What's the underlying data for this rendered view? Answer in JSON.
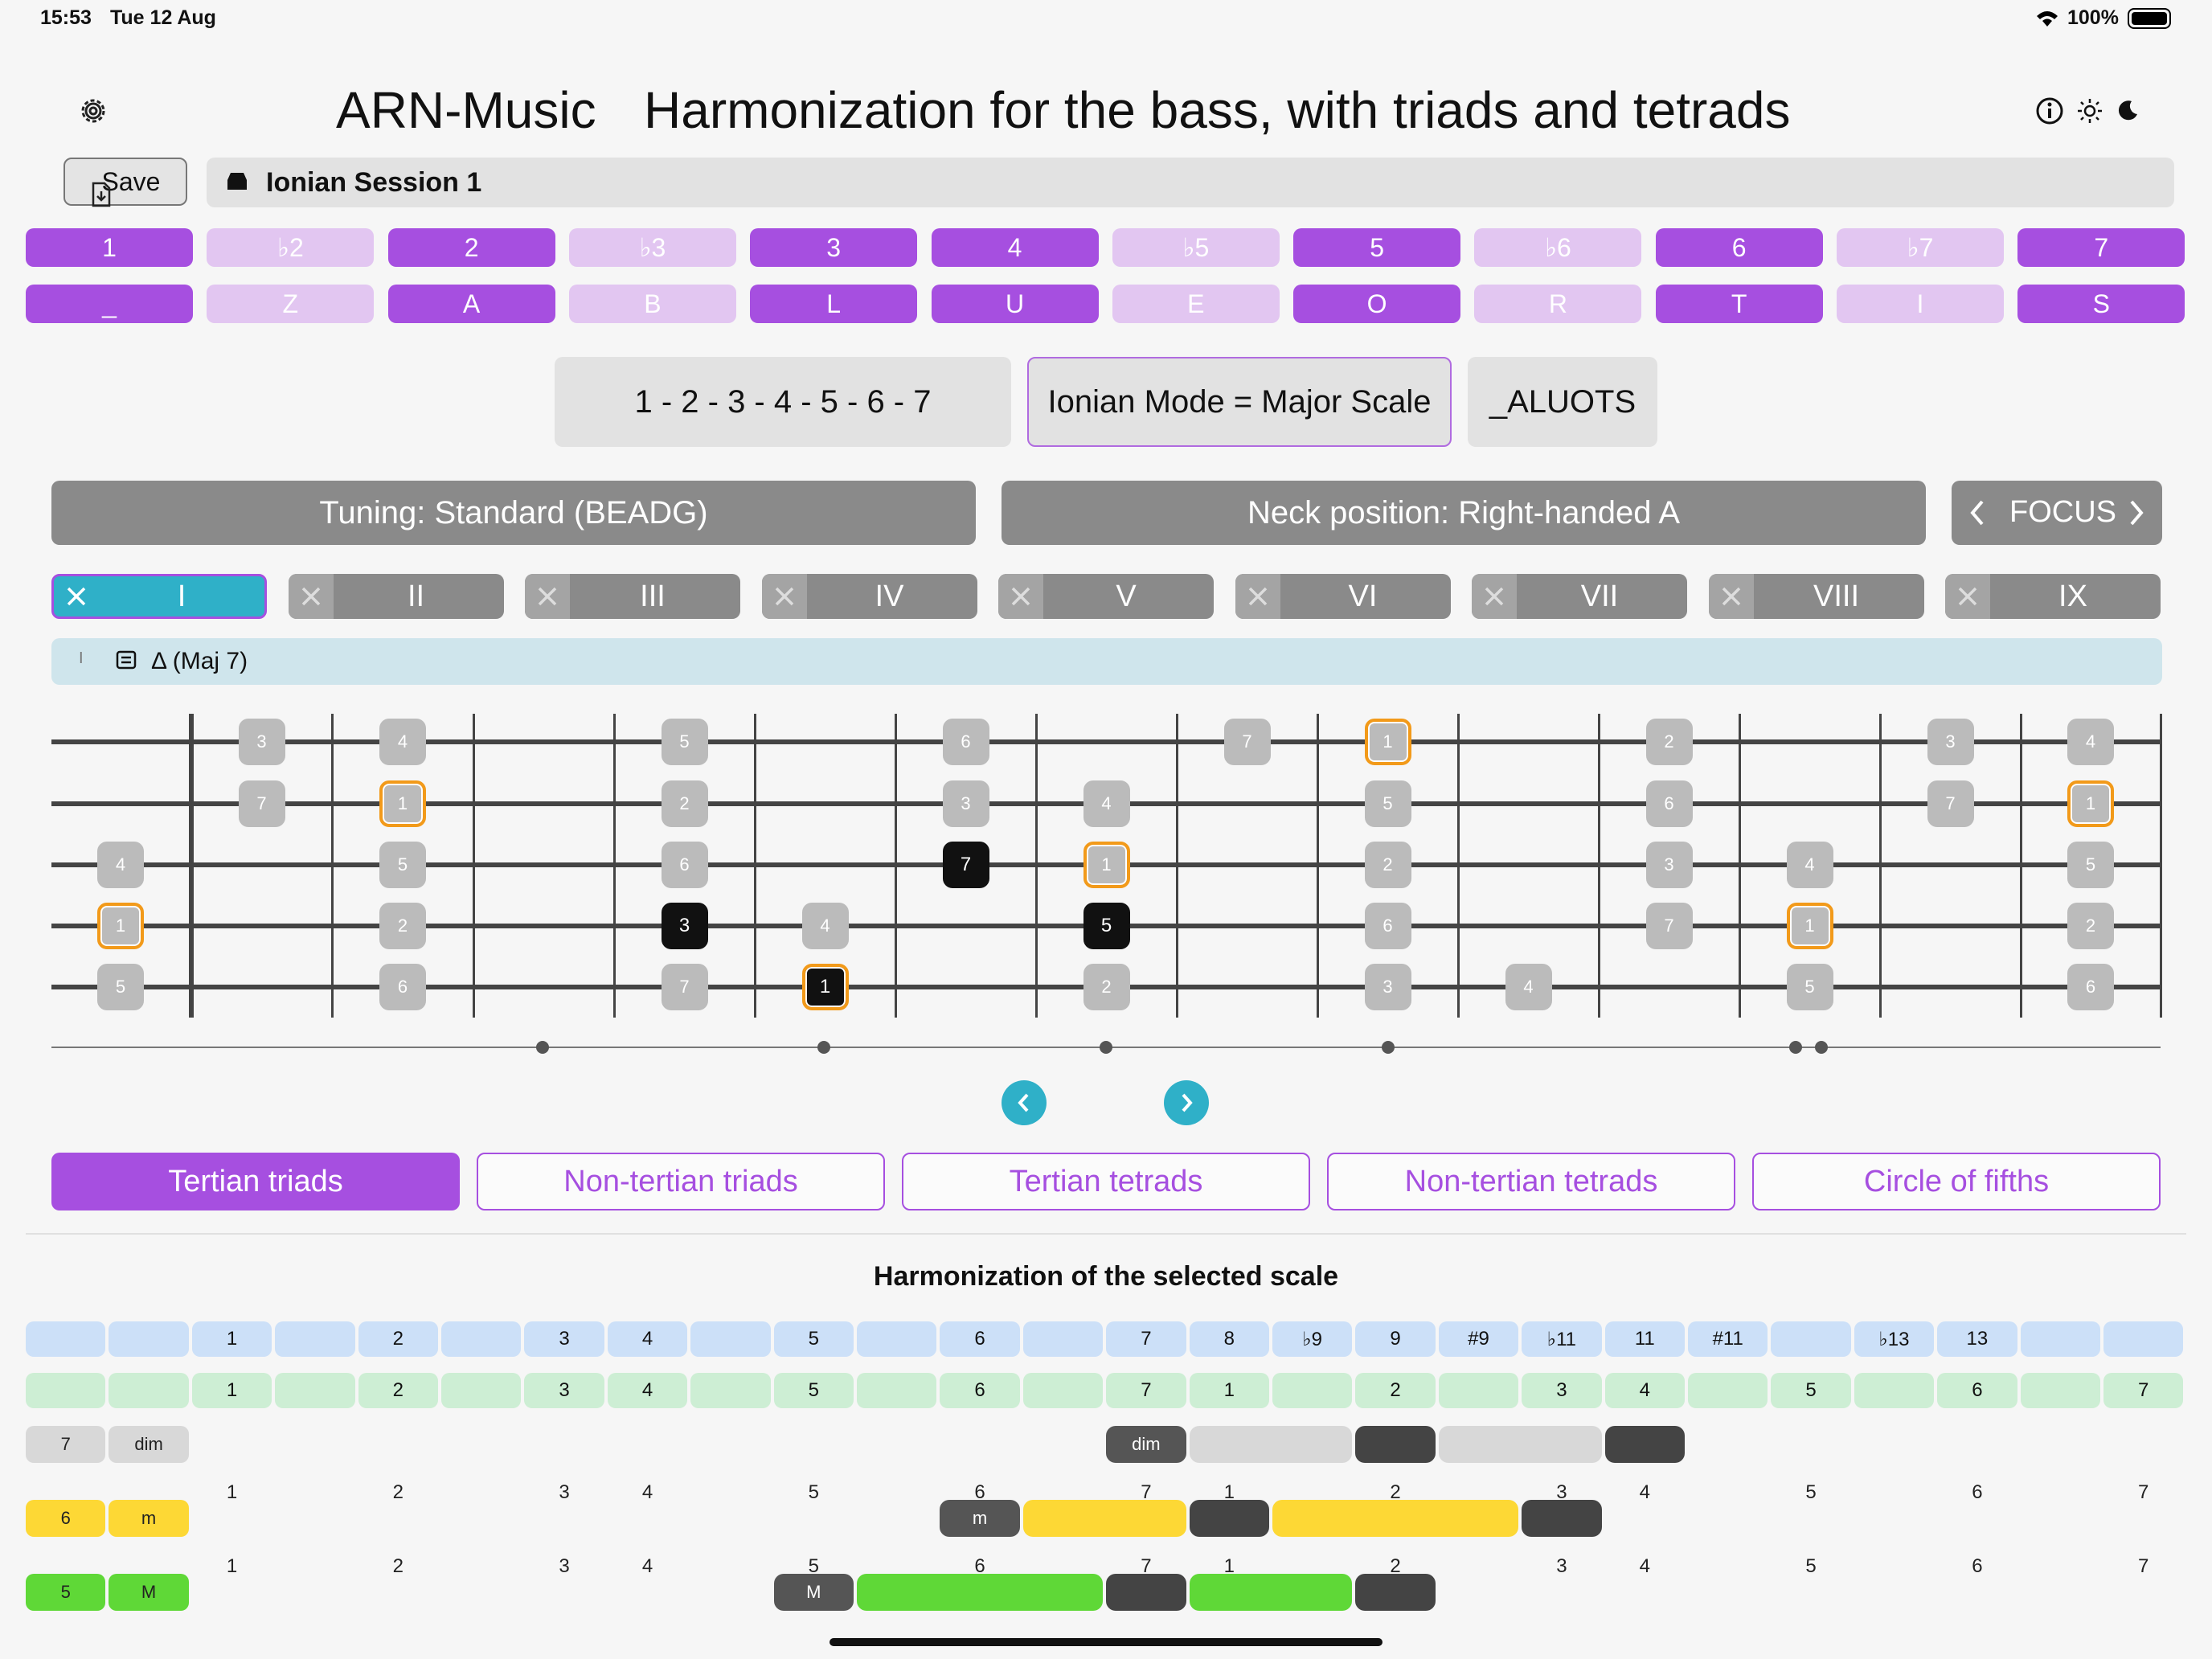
{
  "status": {
    "time": "15:53",
    "date": "Tue 12 Aug",
    "battery": "100%"
  },
  "header": {
    "app": "ARN-Music",
    "title": "Harmonization for the bass, with triads and tetrads"
  },
  "toolbar": {
    "save": "Save",
    "session": "Ionian Session 1"
  },
  "degrees": [
    {
      "n": "1",
      "l": "_",
      "on": true
    },
    {
      "n": "♭2",
      "l": "Z",
      "on": false
    },
    {
      "n": "2",
      "l": "A",
      "on": true
    },
    {
      "n": "♭3",
      "l": "B",
      "on": false
    },
    {
      "n": "3",
      "l": "L",
      "on": true
    },
    {
      "n": "4",
      "l": "U",
      "on": true
    },
    {
      "n": "♭5",
      "l": "E",
      "on": false
    },
    {
      "n": "5",
      "l": "O",
      "on": true
    },
    {
      "n": "♭6",
      "l": "R",
      "on": false
    },
    {
      "n": "6",
      "l": "T",
      "on": true
    },
    {
      "n": "♭7",
      "l": "I",
      "on": false
    },
    {
      "n": "7",
      "l": "S",
      "on": true
    }
  ],
  "scale": {
    "formula": "1 - 2 - 3 - 4 - 5 - 6 - 7",
    "mode": "Ionian Mode = Major Scale",
    "code": "_ALUOTS"
  },
  "controls": {
    "tuning": "Tuning: Standard (BEADG)",
    "neck": "Neck position: Right-handed A",
    "focus": "FOCUS"
  },
  "chord_tabs": [
    "I",
    "II",
    "III",
    "IV",
    "V",
    "VI",
    "VII",
    "VIII",
    "IX"
  ],
  "chord_info": {
    "roman": "I",
    "name": "Δ (Maj 7)"
  },
  "fretboard_notes": [
    {
      "s": 0,
      "f": 1,
      "t": "3"
    },
    {
      "s": 0,
      "f": 2,
      "t": "4"
    },
    {
      "s": 0,
      "f": 4,
      "t": "5"
    },
    {
      "s": 0,
      "f": 6,
      "t": "6"
    },
    {
      "s": 0,
      "f": 8,
      "t": "7"
    },
    {
      "s": 0,
      "f": 9,
      "t": "1",
      "k": "root"
    },
    {
      "s": 0,
      "f": 11,
      "t": "2"
    },
    {
      "s": 0,
      "f": 13,
      "t": "3"
    },
    {
      "s": 0,
      "f": 14,
      "t": "4"
    },
    {
      "s": 1,
      "f": 1,
      "t": "7"
    },
    {
      "s": 1,
      "f": 2,
      "t": "1",
      "k": "root"
    },
    {
      "s": 1,
      "f": 4,
      "t": "2"
    },
    {
      "s": 1,
      "f": 6,
      "t": "3"
    },
    {
      "s": 1,
      "f": 7,
      "t": "4"
    },
    {
      "s": 1,
      "f": 9,
      "t": "5"
    },
    {
      "s": 1,
      "f": 11,
      "t": "6"
    },
    {
      "s": 1,
      "f": 13,
      "t": "7"
    },
    {
      "s": 1,
      "f": 14,
      "t": "1",
      "k": "root"
    },
    {
      "s": 2,
      "f": 0,
      "t": "4"
    },
    {
      "s": 2,
      "f": 2,
      "t": "5"
    },
    {
      "s": 2,
      "f": 4,
      "t": "6"
    },
    {
      "s": 2,
      "f": 6,
      "t": "7",
      "k": "blk"
    },
    {
      "s": 2,
      "f": 7,
      "t": "1",
      "k": "root"
    },
    {
      "s": 2,
      "f": 9,
      "t": "2"
    },
    {
      "s": 2,
      "f": 11,
      "t": "3"
    },
    {
      "s": 2,
      "f": 12,
      "t": "4"
    },
    {
      "s": 2,
      "f": 14,
      "t": "5"
    },
    {
      "s": 3,
      "f": 0,
      "t": "1",
      "k": "root"
    },
    {
      "s": 3,
      "f": 2,
      "t": "2"
    },
    {
      "s": 3,
      "f": 4,
      "t": "3",
      "k": "blk"
    },
    {
      "s": 3,
      "f": 5,
      "t": "4"
    },
    {
      "s": 3,
      "f": 7,
      "t": "5",
      "k": "blk"
    },
    {
      "s": 3,
      "f": 9,
      "t": "6"
    },
    {
      "s": 3,
      "f": 11,
      "t": "7"
    },
    {
      "s": 3,
      "f": 12,
      "t": "1",
      "k": "root"
    },
    {
      "s": 3,
      "f": 14,
      "t": "2"
    },
    {
      "s": 4,
      "f": 0,
      "t": "5"
    },
    {
      "s": 4,
      "f": 2,
      "t": "6"
    },
    {
      "s": 4,
      "f": 4,
      "t": "7"
    },
    {
      "s": 4,
      "f": 5,
      "t": "1",
      "k": "rootblk"
    },
    {
      "s": 4,
      "f": 7,
      "t": "2"
    },
    {
      "s": 4,
      "f": 9,
      "t": "3"
    },
    {
      "s": 4,
      "f": 10,
      "t": "4"
    },
    {
      "s": 4,
      "f": 12,
      "t": "5"
    },
    {
      "s": 4,
      "f": 14,
      "t": "6"
    }
  ],
  "harmonization_tabs": [
    "Tertian triads",
    "Non-tertian triads",
    "Tertian tetrads",
    "Non-tertian tetrads",
    "Circle of fifths"
  ],
  "harmonization": {
    "title": "Harmonization of the selected scale",
    "blue_row": [
      "",
      "",
      "1",
      "",
      "2",
      "",
      "3",
      "4",
      "",
      "5",
      "",
      "6",
      "",
      "7",
      "8",
      "♭9",
      "9",
      "#9",
      "♭11",
      "11",
      "#11",
      "",
      "♭13",
      "13",
      "",
      ""
    ],
    "green_row": [
      "",
      "",
      "1",
      "",
      "2",
      "",
      "3",
      "4",
      "",
      "5",
      "",
      "6",
      "",
      "7",
      "1",
      "",
      "2",
      "",
      "3",
      "4",
      "",
      "5",
      "",
      "6",
      "",
      "7"
    ],
    "num_row": [
      "",
      "",
      "1",
      "",
      "2",
      "",
      "3",
      "4",
      "",
      "5",
      "",
      "6",
      "",
      "7",
      "1",
      "",
      "2",
      "",
      "3",
      "4",
      "",
      "5",
      "",
      "6",
      "",
      "7"
    ],
    "rows": [
      {
        "deg": "7",
        "q": "dim",
        "color": "#d8d8d8",
        "chord": "dim"
      },
      {
        "deg": "6",
        "q": "m",
        "color": "#fdd835",
        "chord": "m"
      },
      {
        "deg": "5",
        "q": "M",
        "color": "#5fd837",
        "chord": "M"
      }
    ]
  },
  "colors": {
    "accent": "#a64fe0",
    "accent_light": "#e2c6f1",
    "teal": "#2fb0c8",
    "gray": "#8a8a8a"
  }
}
